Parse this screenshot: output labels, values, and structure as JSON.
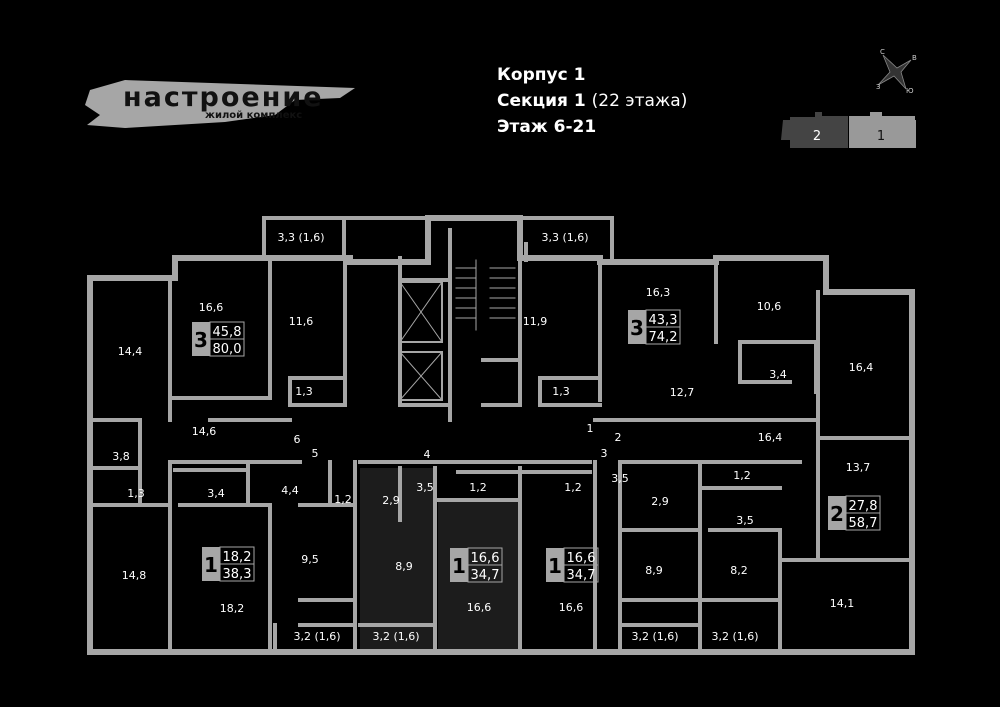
{
  "logo": {
    "name": "настроение",
    "subtitle": "жилой комплекс"
  },
  "header": {
    "building": "Корпус 1",
    "section": "Секция 1",
    "floors_total": "(22 этажа)",
    "floor": "Этаж 6-21"
  },
  "compass": {
    "n": "С",
    "e": "В",
    "s": "Ю",
    "w": "З"
  },
  "sections": [
    {
      "label": "2",
      "active": false
    },
    {
      "label": "1",
      "active": true
    }
  ],
  "colors": {
    "wall": "#a6a6a6",
    "room": "#000000",
    "highlight": "#1c1c1c"
  },
  "apartments": [
    {
      "rooms": "3",
      "living": "45,8",
      "total": "80,0"
    },
    {
      "rooms": "3",
      "living": "43,3",
      "total": "74,2"
    },
    {
      "rooms": "1",
      "living": "18,2",
      "total": "38,3"
    },
    {
      "rooms": "1",
      "living": "16,6",
      "total": "34,7"
    },
    {
      "rooms": "1",
      "living": "16,6",
      "total": "34,7"
    },
    {
      "rooms": "2",
      "living": "27,8",
      "total": "58,7"
    }
  ],
  "rooms": [
    "14,4",
    "16,6",
    "11,6",
    "14,6",
    "3,8",
    "1,3",
    "1,3",
    "6",
    "5",
    "4",
    "3,3 (1,6)",
    "3,3 (1,6)",
    "11,9",
    "16,3",
    "10,6",
    "16,4",
    "3,4",
    "12,7",
    "1,3",
    "1",
    "2",
    "3",
    "16,4",
    "13,7",
    "3,5",
    "1,2",
    "3,5",
    "2,9",
    "3,4",
    "4,4",
    "1,2",
    "2,9",
    "3,5",
    "1,2",
    "1,2",
    "14,8",
    "18,2",
    "9,5",
    "8,9",
    "16,6",
    "16,6",
    "8,9",
    "8,2",
    "14,1",
    "3,2 (1,6)",
    "3,2 (1,6)",
    "3,2 (1,6)",
    "3,2 (1,6)"
  ]
}
